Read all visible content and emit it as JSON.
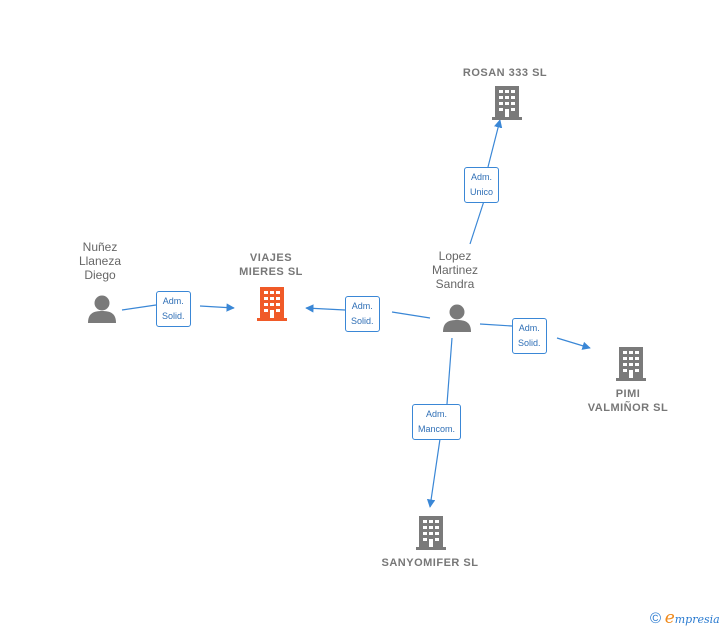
{
  "colors": {
    "edge": "#3a87d6",
    "company": "#7a7a7a",
    "focus_company": "#f05a28",
    "person": "#7a7a7a"
  },
  "nodes": [
    {
      "id": "rosan",
      "type": "company",
      "label": "ROSAN 333 SL"
    },
    {
      "id": "viajes",
      "type": "company",
      "focus": true,
      "label": "VIAJES\nMIERES  SL"
    },
    {
      "id": "pimi",
      "type": "company",
      "label": "PIMI\nVALMIÑOR SL"
    },
    {
      "id": "sanyomifer",
      "type": "company",
      "label": "SANYOMIFER SL"
    },
    {
      "id": "nunez",
      "type": "person",
      "label": "Nuñez\nLlaneza\nDiego"
    },
    {
      "id": "lopez",
      "type": "person",
      "label": "Lopez\nMartinez\nSandra"
    }
  ],
  "edges": [
    {
      "from": "nunez",
      "to": "viajes",
      "label": "Adm.\nSolid."
    },
    {
      "from": "lopez",
      "to": "viajes",
      "label": "Adm.\nSolid."
    },
    {
      "from": "lopez",
      "to": "rosan",
      "label": "Adm.\nUnico"
    },
    {
      "from": "lopez",
      "to": "pimi",
      "label": "Adm.\nSolid."
    },
    {
      "from": "lopez",
      "to": "sanyomifer",
      "label": "Adm.\nMancom."
    }
  ],
  "brand": {
    "copyright": "©",
    "name_first": "e",
    "name_rest": "mpresia"
  }
}
